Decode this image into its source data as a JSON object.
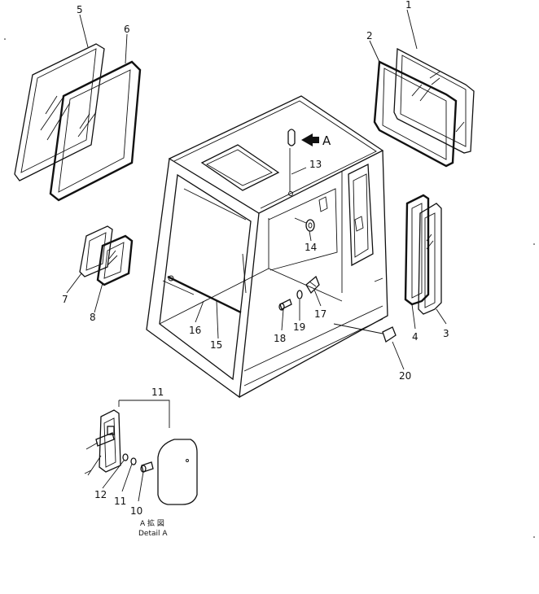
{
  "callouts": {
    "c1": "1",
    "c2": "2",
    "c3": "3",
    "c4": "4",
    "c5": "5",
    "c6": "6",
    "c7": "7",
    "c8": "8",
    "c10": "10",
    "c11_top": "11",
    "c11_bottom": "11",
    "c12": "12",
    "c13": "13",
    "c14": "14",
    "c15": "15",
    "c16": "16",
    "c17": "17",
    "c18": "18",
    "c19": "19",
    "c20": "20"
  },
  "view_marker": {
    "letter": "A"
  },
  "detail": {
    "caption_line1": "A  拡 図",
    "caption_line2": "Detail  A"
  }
}
